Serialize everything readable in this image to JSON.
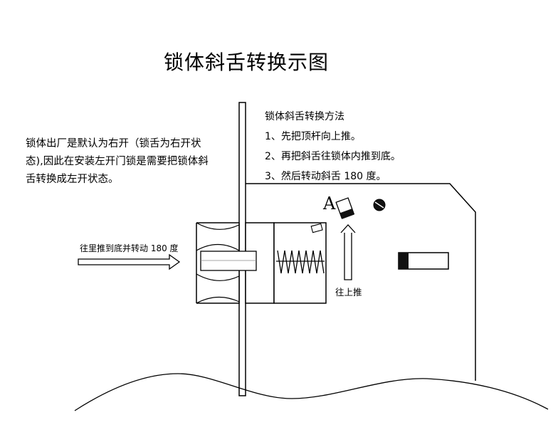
{
  "title": "锁体斜舌转换示图",
  "steps": {
    "heading": "锁体斜舌转换方法",
    "items": [
      "1、先把顶杆向上推。",
      "2、再把斜舌往锁体内推到底。",
      "3、然后转动斜舌 180 度。"
    ]
  },
  "note": {
    "lines": [
      "锁体出厂是默认为右开（锁舌为右开状",
      "态),因此在安装左开门锁是需要把锁体斜",
      "舌转换成左开状态。"
    ]
  },
  "labels": {
    "push_rotate": "往里推到底并转动 180 度",
    "push_up": "往上推",
    "marker": "A"
  }
}
